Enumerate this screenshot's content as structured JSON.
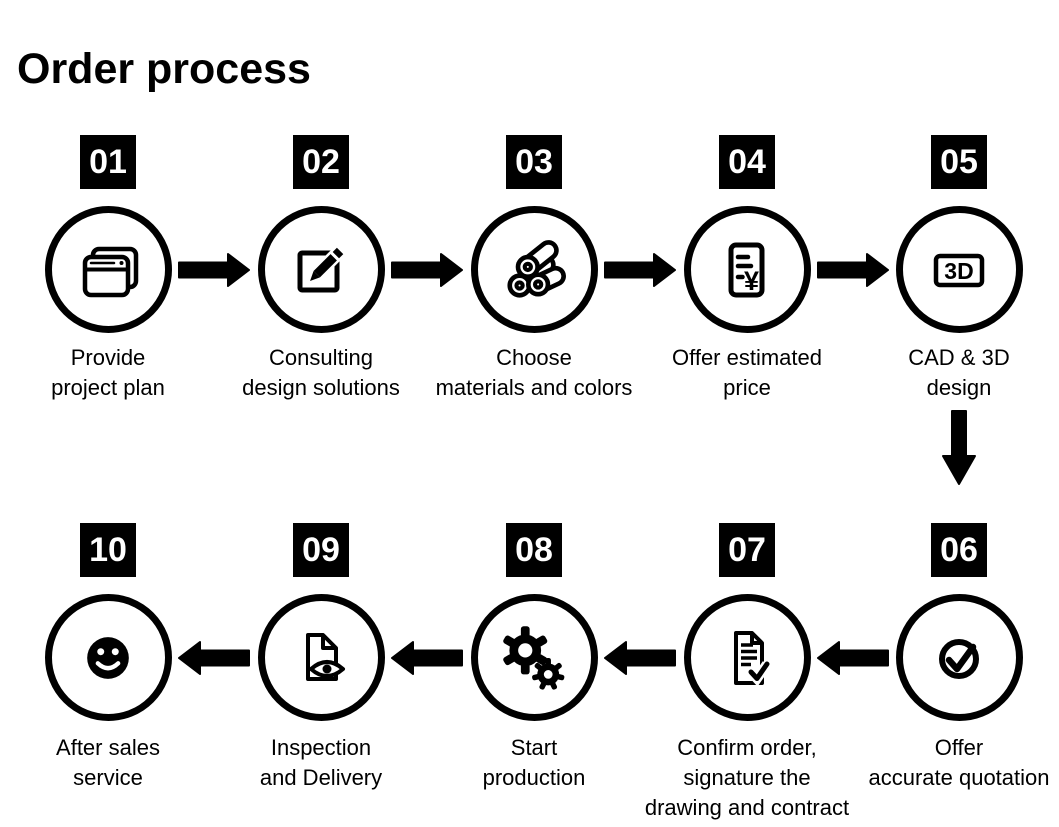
{
  "title": "Order process",
  "colors": {
    "foreground": "#000000",
    "background": "#ffffff",
    "badge_background": "#000000",
    "badge_text": "#ffffff"
  },
  "steps": [
    {
      "number": "01",
      "label": "Provide\nproject plan",
      "icon": "stacked-windows-icon"
    },
    {
      "number": "02",
      "label": "Consulting\ndesign solutions",
      "icon": "edit-pencil-icon"
    },
    {
      "number": "03",
      "label": "Choose\nmaterials and colors",
      "icon": "material-pipes-icon"
    },
    {
      "number": "04",
      "label": "Offer estimated\nprice",
      "icon": "invoice-yen-icon",
      "icon_symbol": "¥"
    },
    {
      "number": "05",
      "label": "CAD & 3D\ndesign",
      "icon": "3d-design-icon",
      "icon_text": "3D"
    },
    {
      "number": "06",
      "label": "Offer\naccurate quotation",
      "icon": "check-circle-icon"
    },
    {
      "number": "07",
      "label": "Confirm order,\nsignature the\ndrawing and contract",
      "icon": "contract-check-icon"
    },
    {
      "number": "08",
      "label": "Start\nproduction",
      "icon": "gears-icon"
    },
    {
      "number": "09",
      "label": "Inspection\nand Delivery",
      "icon": "document-eye-icon"
    },
    {
      "number": "10",
      "label": "After sales\nservice",
      "icon": "smiley-face-icon"
    }
  ]
}
